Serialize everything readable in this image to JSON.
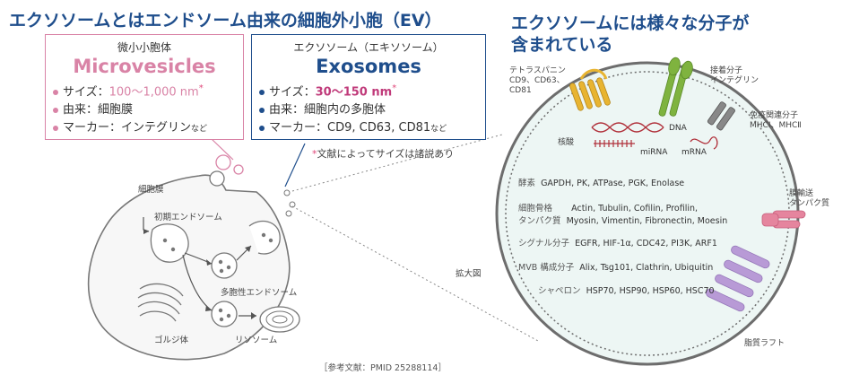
{
  "title_left": "エクソソームとはエンドソーム由来の細胞外小胞（EV）",
  "title_right": [
    "エクソソームには様々な分子が",
    "含まれている"
  ],
  "microvesicles": {
    "kicker": "微小小胞体",
    "name": "Microvesicles",
    "color": "#d983a6",
    "size_label": "サイズ：",
    "size_value": "100～1,000 nm",
    "asterisk": "*",
    "origin": "由来：細胞膜",
    "marker": "マーカー：インテグリン",
    "marker_suffix": "など"
  },
  "exosomes": {
    "kicker": "エクソソーム（エキソソーム）",
    "name": "Exosomes",
    "color": "#1f4e8c",
    "size_label": "サイズ：",
    "size_value": "30～150 nm",
    "asterisk": "*",
    "origin": "由来：細胞内の多胞体",
    "marker": "マーカー：CD9, CD63, CD81",
    "marker_suffix": "など"
  },
  "footnote_mark": "*",
  "footnote": "文献によってサイズは諸説あり",
  "cell_labels": {
    "membrane": "細胞膜",
    "early_endosome": "初期エンドソーム",
    "mvb": "多胞性エンドソーム",
    "golgi": "ゴルジ体",
    "lysosome": "リソソーム",
    "zoom": "拡大図"
  },
  "reference": "［参考文献：PMID 25288114］",
  "exosome_detail": {
    "tetraspanin": [
      "テトラスパニン",
      "CD9、CD63、",
      "CD81"
    ],
    "adhesion": [
      "接着分子",
      "インテグリン"
    ],
    "immune": [
      "免疫関連分子",
      "MHCⅠ、MHCⅡ"
    ],
    "transport": [
      "膜輸送",
      "タンパク質"
    ],
    "raft": "脂質ラフト",
    "nucleic_label": "核酸",
    "dna": "DNA",
    "mirna": "miRNA",
    "mrna": "mRNA",
    "rows": [
      {
        "cat": "酵素",
        "items": "GAPDH,  PK,  ATPase,  PGK,  Enolase"
      },
      {
        "cat": "細胞骨格",
        "items": "Actin,  Tubulin,  Cofilin,  Profilin,"
      },
      {
        "cat": "タンパク質",
        "items": "Myosin,  Vimentin,  Fibronectin,  Moesin"
      },
      {
        "cat": "シグナル分子",
        "items": "EGFR,  HIF-1α,  CDC42,  PI3K,  ARF1"
      },
      {
        "cat": "MVB 構成分子",
        "items": "Alix,  Tsg101,  Clathrin,  Ubiquitin"
      },
      {
        "cat": "シャペロン",
        "items": "HSP70,  HSP90,  HSP60,  HSC70"
      }
    ]
  },
  "colors": {
    "title": "#1f4e8c",
    "micro": "#d983a6",
    "exo_pink": "#e0487a",
    "exosome_fill": "#edf6f4",
    "tetraspanin": "#e8b431",
    "adhesion": "#7fb33f",
    "immune": "#888888",
    "transport": "#e5859e",
    "raft": "#b89ad6",
    "nucleic": "#b0303a"
  }
}
